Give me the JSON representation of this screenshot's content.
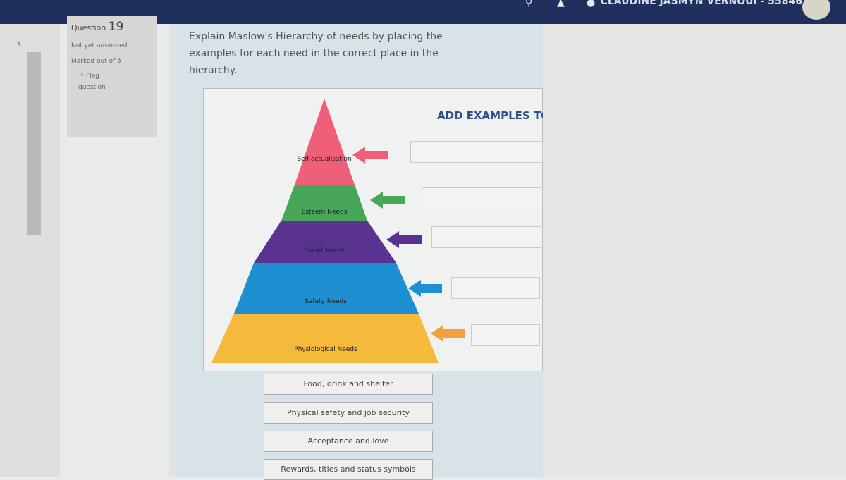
{
  "header": {
    "user_name": "CLAUDINE JASMYN VERNOUI - 55846",
    "icons": [
      "search-icon",
      "bell-icon",
      "chat-icon"
    ]
  },
  "question_info": {
    "label": "Question",
    "number": "19",
    "status": "Not yet answered",
    "marks": "Marked out of 5",
    "flag": "Flag question"
  },
  "question": {
    "text": "Explain Maslow's Hierarchy of needs by placing the examples for each need in the correct place in the hierarchy.",
    "image_heading": "ADD EXAMPLES TO",
    "tiers": [
      {
        "label": "Self-actualisation",
        "color": "#ef5f78"
      },
      {
        "label": "Esteem Needs",
        "color": "#48a659"
      },
      {
        "label": "Social Needs",
        "color": "#5a3390"
      },
      {
        "label": "Safety Needs",
        "color": "#1e8fd0"
      },
      {
        "label": "Physiological Needs",
        "color": "#f5b93c"
      }
    ],
    "drag_items": [
      "Food, drink and shelter",
      "Physical safety and job security",
      "Acceptance and love",
      "Rewards, titles and status symbols"
    ]
  }
}
